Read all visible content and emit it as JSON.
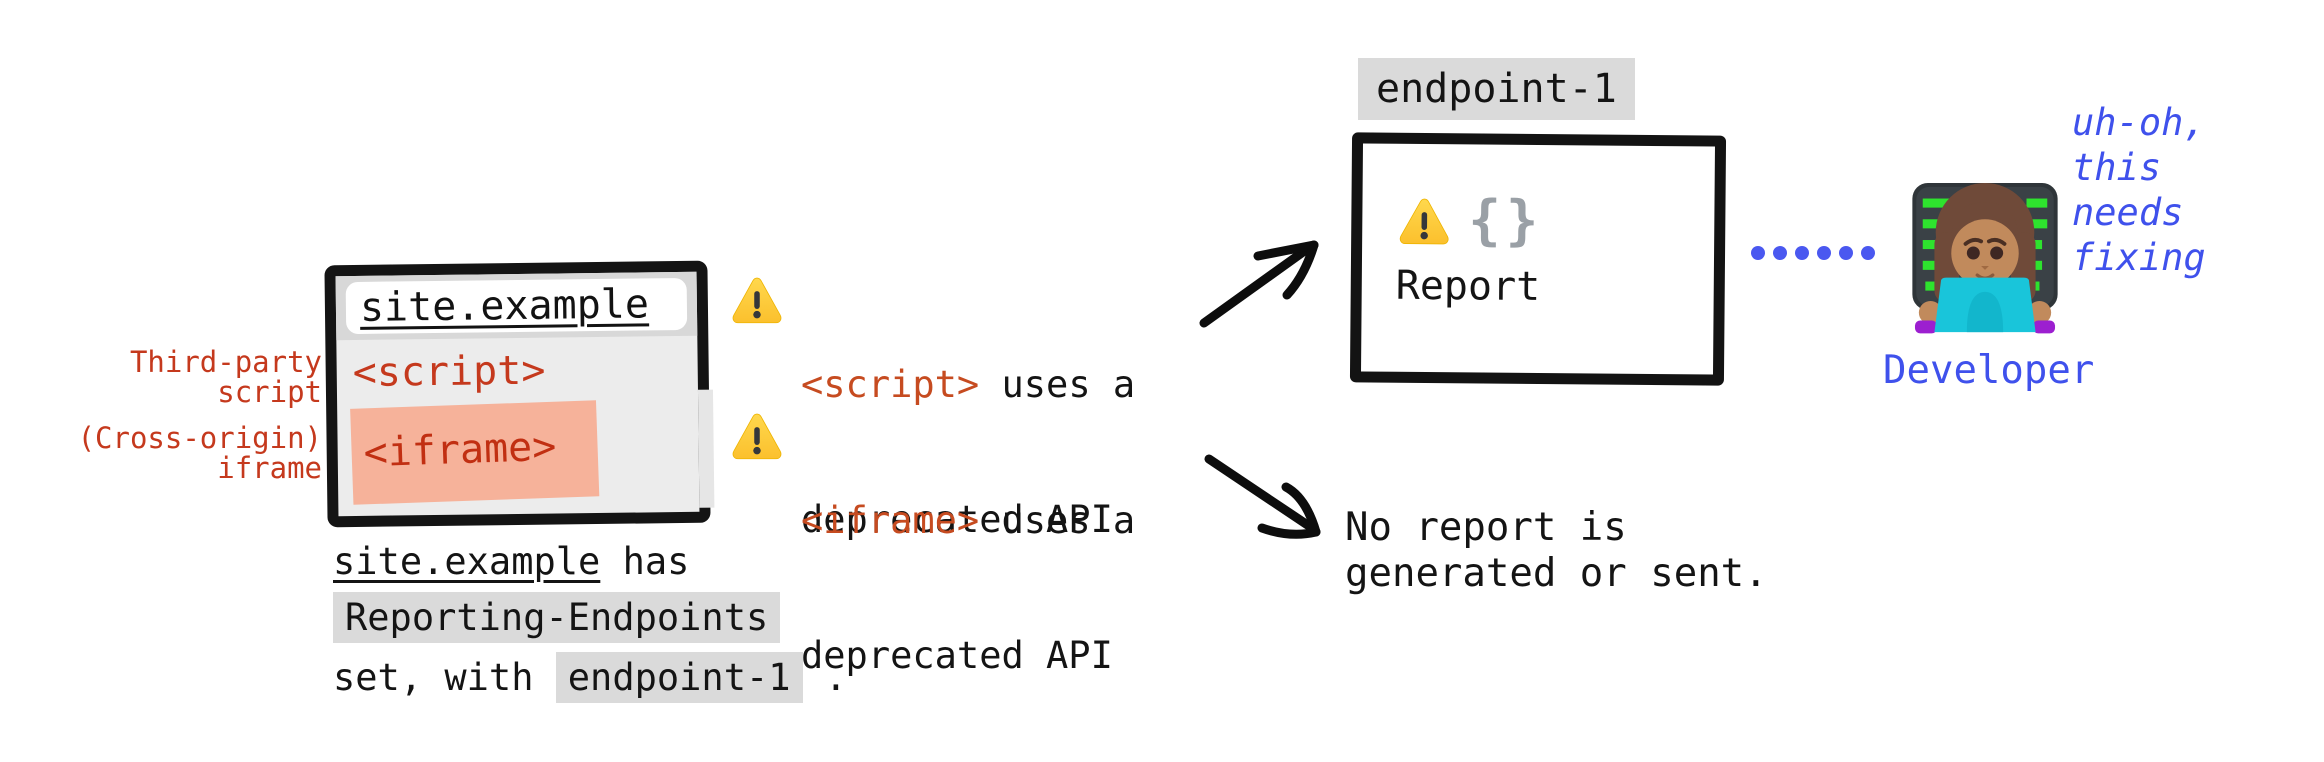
{
  "colors": {
    "code_red": "#c5391d",
    "warning_tag_orange": "#c64b20",
    "developer_blue": "#3f51ec",
    "dot_blue": "#4a58f0",
    "chip_gray": "#dadada",
    "iframe_highlight_salmon": "#f6b29a",
    "ink_black": "#141414",
    "brace_gray": "#9aa0a6"
  },
  "site_window": {
    "address": "site.example",
    "script_tag": "<script>",
    "iframe_tag": "<iframe>",
    "third_party_label": "Third-party\nscript",
    "cross_origin_label": "(Cross-origin)\niframe"
  },
  "warnings": [
    {
      "icon": "warning-triangle",
      "tag": "<script>",
      "text": " uses a",
      "text2": "deprecated API"
    },
    {
      "icon": "warning-triangle",
      "tag": "<iframe>",
      "text": " uses a",
      "text2": "deprecated API"
    }
  ],
  "endpoint": {
    "name": "endpoint-1",
    "icon": "warning-triangle",
    "braces": "{}",
    "report": "Report"
  },
  "outcomes": {
    "no_report": "No report is\ngenerated or sent."
  },
  "caption": {
    "site": "site.example",
    "after_site": " has",
    "header": "Reporting-Endpoints",
    "prefix": "set, with ",
    "endpoint": "endpoint-1",
    "suffix": " ."
  },
  "developer": {
    "thought": "uh-oh,\nthis\nneeds\nfixing",
    "label": "Developer",
    "emoji": "woman-technologist"
  }
}
